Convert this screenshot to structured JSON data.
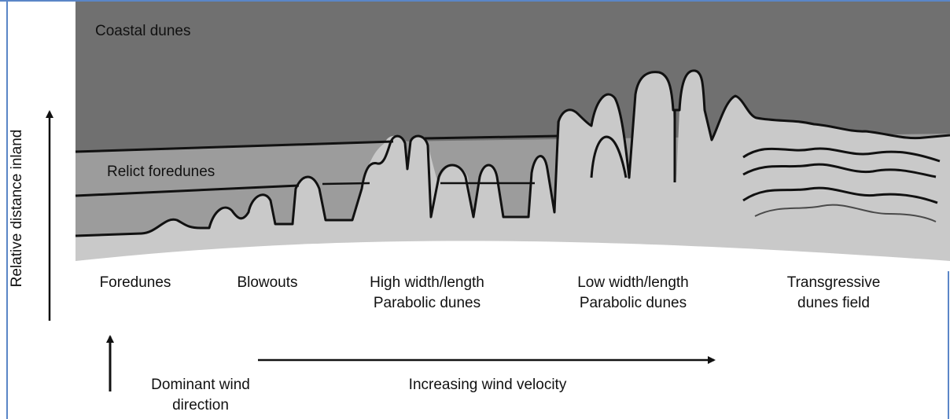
{
  "labels": {
    "coastal_dunes": "Coastal dunes",
    "relict_foredunes": "Relict foredunes",
    "y_axis": "Relative distance inland",
    "foredunes": "Foredunes",
    "blowouts": "Blowouts",
    "high_parabolic_line1": "High width/length",
    "high_parabolic_line2": "Parabolic dunes",
    "low_parabolic_line1": "Low width/length",
    "low_parabolic_line2": "Parabolic dunes",
    "transgressive_line1": "Transgressive",
    "transgressive_line2": "dunes field",
    "wind_direction_line1": "Dominant wind",
    "wind_direction_line2": "direction",
    "wind_velocity": "Increasing wind velocity"
  },
  "colors": {
    "frame": "#5a86c7",
    "coastal_zone": "#707070",
    "relict_zone": "#9c9c9c",
    "active_zone": "#c9c9c9",
    "outline": "#111111"
  }
}
